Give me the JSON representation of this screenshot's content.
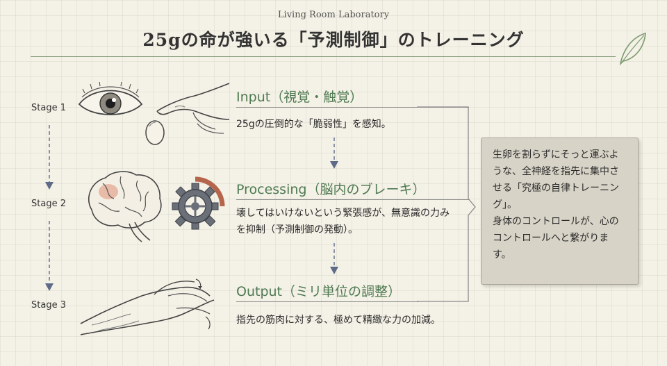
{
  "header": {
    "brand": "Living Room Laboratory",
    "title": "25gの命が強いる「予測制御」のトレーニング"
  },
  "stages": [
    {
      "label": "Stage 1",
      "heading": "Input（視覚・触覚）",
      "description": "25gの圧倒的な「脆弱性」を感知。",
      "icons": [
        "eye-icon",
        "egg-icon",
        "fingertip-hand-icon"
      ]
    },
    {
      "label": "Stage 2",
      "heading": "Processing（脳内のブレーキ）",
      "description": "壊してはいけないという緊張感が、無意識の力みを抑制（予測制御の発動）。",
      "icons": [
        "brain-icon",
        "gear-icon"
      ]
    },
    {
      "label": "Stage 3",
      "heading": "Output（ミリ単位の調整）",
      "description": "指先の筋肉に対する、極めて精緻な力の加減。",
      "icons": [
        "hand-icon"
      ]
    }
  ],
  "note": {
    "text": "生卵を割らずにそっと運ぶような、全神経を指先に集中させる「究極の自律トレーニング」。\n身体のコントロールが、心のコントロールへと繋がります。"
  },
  "colors": {
    "accent": "#4f7a52",
    "rule": "#8aa07e",
    "arrow": "#5d6a88",
    "note_bg": "#d7d3c7",
    "gear_arc": "#b5654b"
  }
}
